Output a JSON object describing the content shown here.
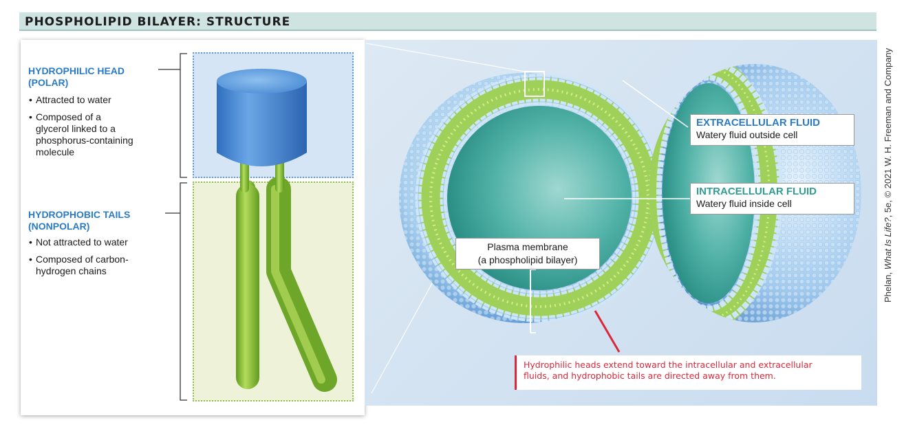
{
  "title": "PHOSPHOLIPID BILAYER: STRUCTURE",
  "left": {
    "head_heading": [
      "HYDROPHILIC HEAD",
      "(POLAR)"
    ],
    "head_bullets": [
      [
        "Attracted to water"
      ],
      [
        "Composed of a",
        "glycerol linked to a",
        "phosphorus-containing",
        "molecule"
      ]
    ],
    "tail_heading": [
      "HYDROPHOBIC TAILS",
      "(NONPOLAR)"
    ],
    "tail_bullets": [
      [
        "Not attracted to water"
      ],
      [
        "Composed of carbon-",
        "hydrogen chains"
      ]
    ]
  },
  "right": {
    "extracellular": {
      "title": "EXTRACELLULAR FLUID",
      "desc": "Watery fluid outside cell"
    },
    "intracellular": {
      "title": "INTRACELLULAR FLUID",
      "desc": "Watery fluid inside cell"
    },
    "membrane": [
      "Plasma membrane",
      "(a phospholipid bilayer)"
    ],
    "note": [
      "Hydrophilic heads extend toward the intracellular and extracellular",
      "fluids, and hydrophobic tails are directed away from them."
    ]
  },
  "credit": {
    "pre": "Phelan, ",
    "italic": "What Is Life?",
    "post": ", 5e, © 2021 W. H. Freeman and Company"
  },
  "colors": {
    "head_blue": "#4f8fd6",
    "tail_green": "#93c23a",
    "heading_blue": "#2a7bc3",
    "intracellular_teal": "#3aa79c",
    "note_red": "#d9283a"
  }
}
